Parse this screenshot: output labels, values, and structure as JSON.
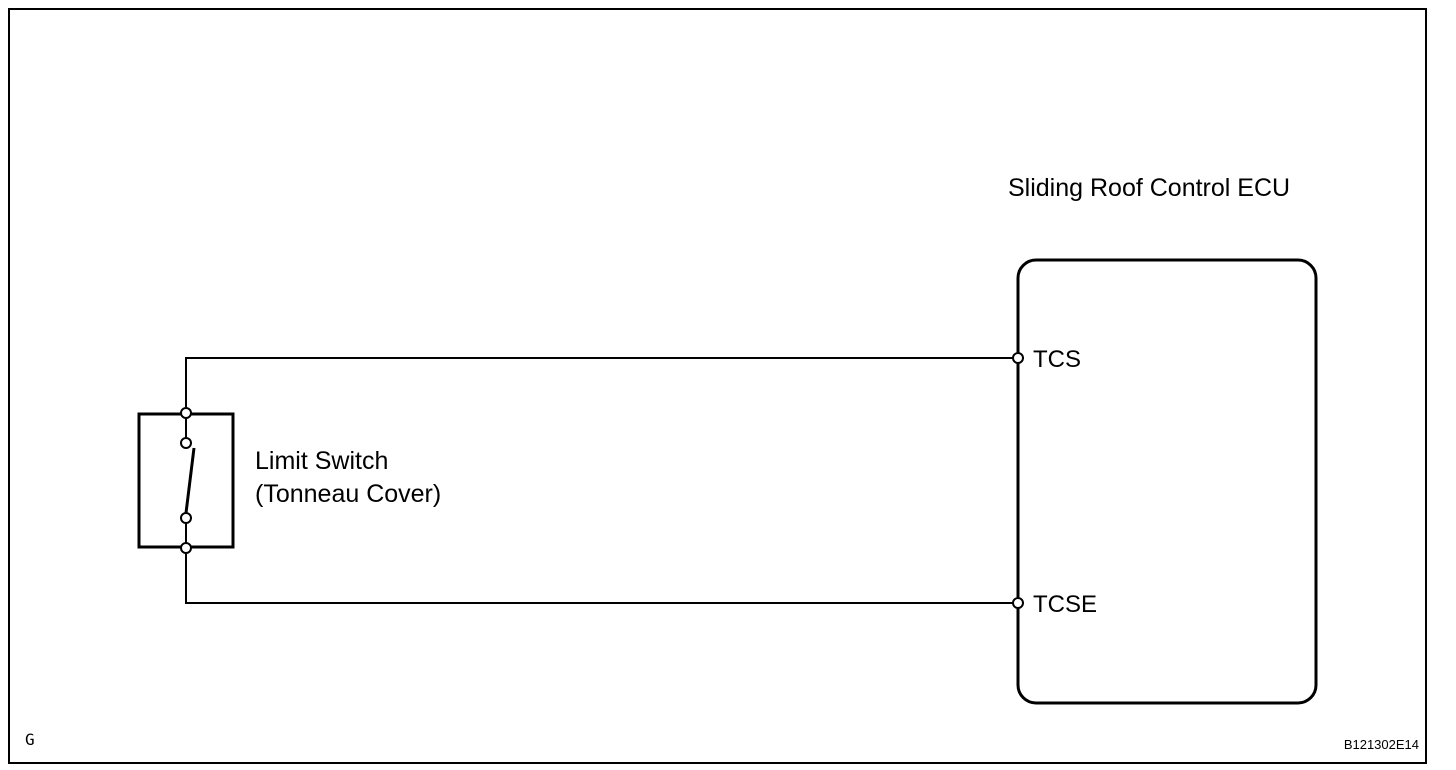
{
  "ecu": {
    "title": "Sliding Roof Control ECU",
    "terminals": [
      "TCS",
      "TCSE"
    ]
  },
  "switch": {
    "name_line1": "Limit Switch",
    "name_line2": "(Tonneau Cover)"
  },
  "footer": {
    "corner_letter": "G",
    "figure_code": "B121302E14"
  },
  "colors": {
    "line": "#000000",
    "background": "#ffffff"
  }
}
